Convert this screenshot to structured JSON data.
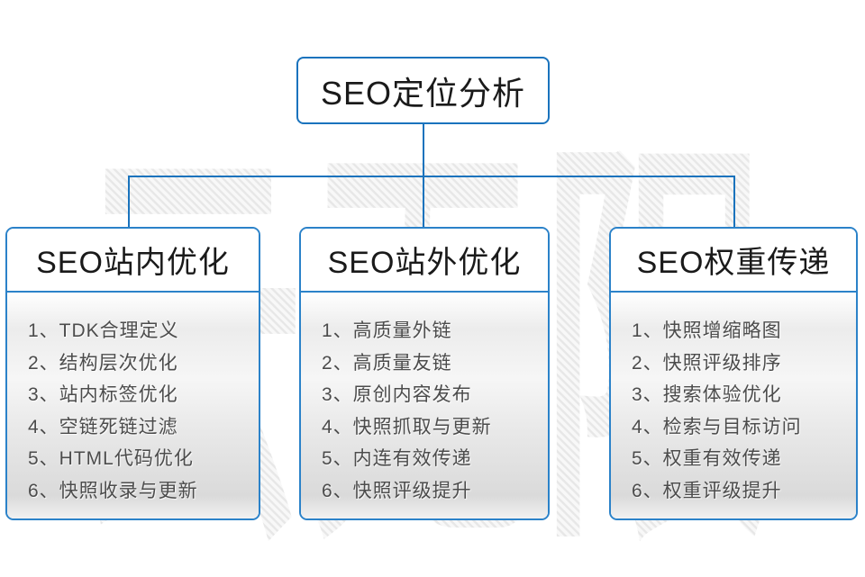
{
  "diagram": {
    "root": {
      "title": "SEO定位分析"
    },
    "branches": [
      {
        "title": "SEO站内优化",
        "items": [
          "1、TDK合理定义",
          "2、结构层次优化",
          "3、站内标签优化",
          "4、空链死链过滤",
          "5、HTML代码优化",
          "6、快照收录与更新"
        ]
      },
      {
        "title": "SEO站外优化",
        "items": [
          "1、高质量外链",
          "2、高质量友链",
          "3、原创内容发布",
          "4、快照抓取与更新",
          "5、内连有效传递",
          "6、快照评级提升"
        ]
      },
      {
        "title": "SEO权重传递",
        "items": [
          "1、快照增缩略图",
          "2、快照评级排序",
          "3、搜索体验优化",
          "4、检索与目标访问",
          "5、权重有效传递",
          "6、权重评级提升"
        ]
      }
    ],
    "watermark": "云无限",
    "colors": {
      "connector": "#1a73bd",
      "box_border": "#2b82c9",
      "title_text": "#1a1a1a",
      "item_text": "#4c4c4c",
      "watermark_fill": "#e9e9e9"
    }
  }
}
